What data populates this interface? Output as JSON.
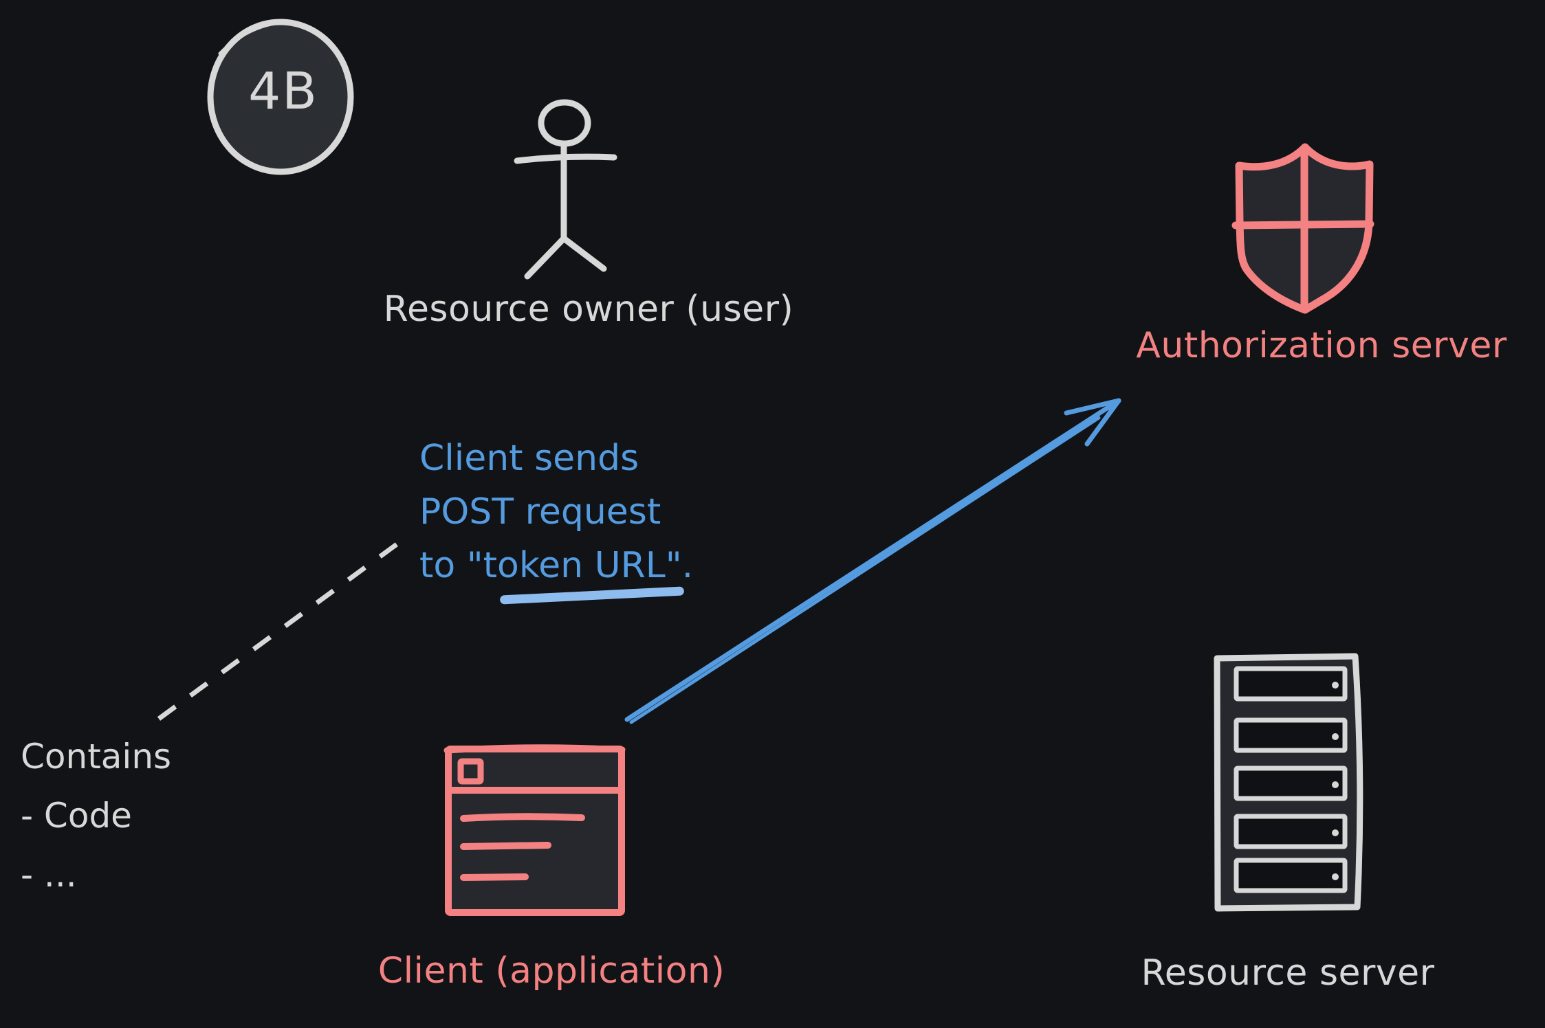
{
  "colors": {
    "bg": "#121316",
    "panel": "#26282d",
    "panel-light": "#2b2e33",
    "slot": "#101114",
    "gray": "#d8d8d8",
    "red": "#f58282",
    "blue": "#549be0",
    "blue-light": "#8fbcee"
  },
  "badge": {
    "label": "4B"
  },
  "nodes": {
    "resource_owner": {
      "label": "Resource owner (user)",
      "icon": "stick-figure-icon"
    },
    "authorization_server": {
      "label": "Authorization server",
      "icon": "shield-icon"
    },
    "client": {
      "label": "Client (application)",
      "icon": "browser-window-icon"
    },
    "resource_server": {
      "label": "Resource server",
      "icon": "server-rack-icon"
    }
  },
  "annotations": {
    "post_note": {
      "line1": "Client sends",
      "line2": "POST request",
      "line3": "to \"token URL\".",
      "underlined_text": "token URL"
    },
    "contains_note": {
      "line1": "Contains",
      "line2": "- Code",
      "line3": "- ..."
    }
  }
}
